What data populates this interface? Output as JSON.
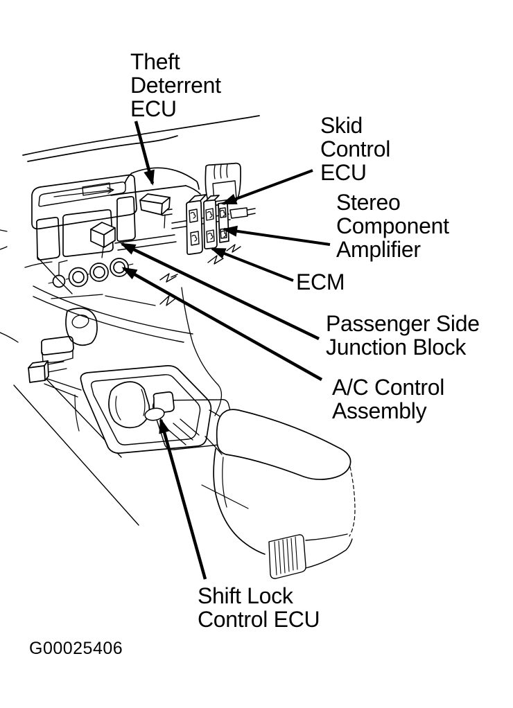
{
  "figure": {
    "kind": "component-location-diagram",
    "figure_code": "G00025406",
    "theme": {
      "ink": "#000000",
      "paper": "#ffffff"
    }
  },
  "labels": {
    "theft_deterrent_ecu": "Theft\nDeterrent\nECU",
    "skid_control_ecu": "Skid\nControl\nECU",
    "stereo_component_amplifier": "Stereo\nComponent\nAmplifier",
    "ecm": "ECM",
    "passenger_side_junction_block": "Passenger Side\nJunction Block",
    "ac_control_assembly": "A/C Control\nAssembly",
    "shift_lock_control_ecu": "Shift Lock\nControl ECU"
  }
}
